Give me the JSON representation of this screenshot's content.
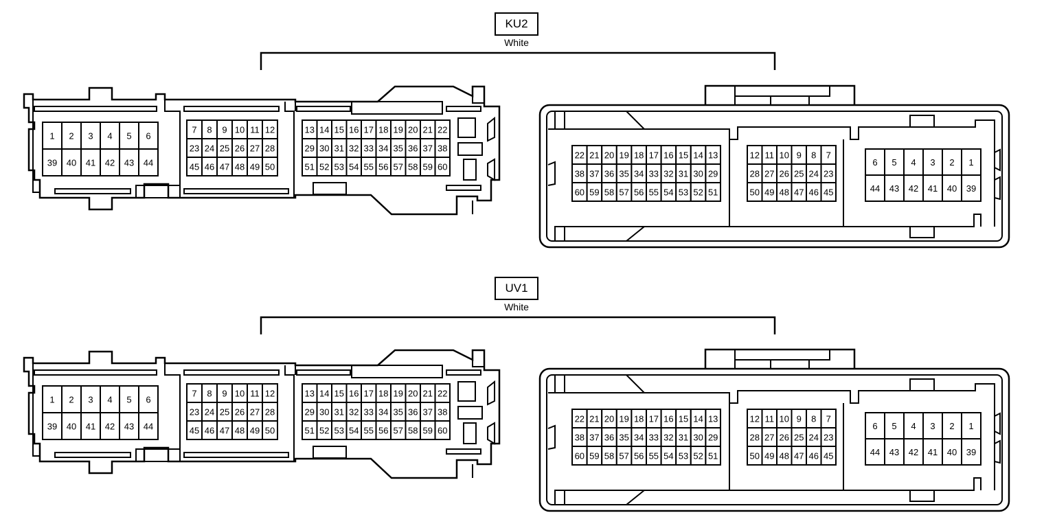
{
  "connectors": [
    {
      "id": "ku2",
      "code": "KU2",
      "color_label": "White"
    },
    {
      "id": "uv1",
      "code": "UV1",
      "color_label": "White"
    }
  ],
  "left_block_a": {
    "rows": [
      [
        "1",
        "2",
        "3",
        "4",
        "5",
        "6"
      ],
      [
        "39",
        "40",
        "41",
        "42",
        "43",
        "44"
      ]
    ]
  },
  "left_block_b": {
    "rows": [
      [
        "7",
        "8",
        "9",
        "10",
        "11",
        "12"
      ],
      [
        "23",
        "24",
        "25",
        "26",
        "27",
        "28"
      ],
      [
        "45",
        "46",
        "47",
        "48",
        "49",
        "50"
      ]
    ]
  },
  "left_block_c": {
    "rows": [
      [
        "13",
        "14",
        "15",
        "16",
        "17",
        "18",
        "19",
        "20",
        "21",
        "22"
      ],
      [
        "29",
        "30",
        "31",
        "32",
        "33",
        "34",
        "35",
        "36",
        "37",
        "38"
      ],
      [
        "51",
        "52",
        "53",
        "54",
        "55",
        "56",
        "57",
        "58",
        "59",
        "60"
      ]
    ]
  },
  "right_block_a": {
    "rows": [
      [
        "22",
        "21",
        "20",
        "19",
        "18",
        "17",
        "16",
        "15",
        "14",
        "13"
      ],
      [
        "38",
        "37",
        "36",
        "35",
        "34",
        "33",
        "32",
        "31",
        "30",
        "29"
      ],
      [
        "60",
        "59",
        "58",
        "57",
        "56",
        "55",
        "54",
        "53",
        "52",
        "51"
      ]
    ]
  },
  "right_block_b": {
    "rows": [
      [
        "12",
        "11",
        "10",
        "9",
        "8",
        "7"
      ],
      [
        "28",
        "27",
        "26",
        "25",
        "24",
        "23"
      ],
      [
        "50",
        "49",
        "48",
        "47",
        "46",
        "45"
      ]
    ]
  },
  "right_block_c": {
    "rows": [
      [
        "6",
        "5",
        "4",
        "3",
        "2",
        "1"
      ],
      [
        "44",
        "43",
        "42",
        "41",
        "40",
        "39"
      ]
    ]
  },
  "colors": {
    "line": "#000000",
    "background": "#ffffff"
  }
}
